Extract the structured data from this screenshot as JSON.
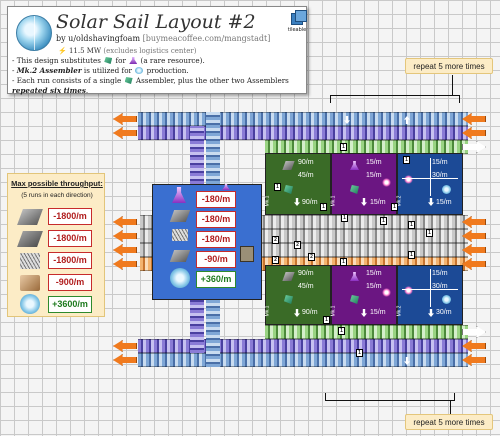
{
  "header": {
    "title": "Solar Sail Layout #2",
    "author": "by u/oldshavingfoam",
    "url": "[buymeacoffee.com/mangstadt]",
    "power_value": "11.5 MW",
    "power_note": "(excludes logistics center)",
    "tileable_label": "tileable",
    "notes": [
      {
        "text_a": "- This design substitutes",
        "text_b": "for",
        "text_c": "(a rare resource)."
      },
      {
        "text_a": "- ",
        "emph": "Mk.2 Assembler",
        "text_b": "is utilized for",
        "text_c": "production."
      },
      {
        "text_a": "- Each run consists of a single",
        "text_b": "Assembler, plus the other two Assemblers",
        "emph": "repeated six times",
        "text_c": "."
      }
    ]
  },
  "repeat": {
    "top": "repeat 5 more times",
    "bottom": "repeat 5 more times"
  },
  "smelter": {
    "rates": [
      "-180/m",
      "-180/m",
      "-180/m",
      "-90/m",
      "+360/m"
    ]
  },
  "top_row": {
    "green": {
      "in": "90/m",
      "out": "45/m",
      "bottom": "90/m",
      "mk": "Mk.1"
    },
    "purple": {
      "in": "15/m",
      "out": "15/m",
      "bottom": "15/m",
      "mk": "Mk.1"
    },
    "blue": {
      "in": "15/m",
      "out": "30/m",
      "bottom": "15/m",
      "mk": "Mk.2"
    }
  },
  "bottom_row": {
    "green": {
      "in": "90/m",
      "out": "45/m",
      "bottom": "90/m",
      "mk": "Mk.1"
    },
    "purple": {
      "in": "15/m",
      "out": "15/m",
      "bottom": "15/m",
      "mk": "Mk.1"
    },
    "blue": {
      "in": "15/m",
      "out": "30/m",
      "bottom": "30/m",
      "mk": "Mk.2"
    }
  },
  "sorters": [
    "1",
    "1",
    "2",
    "2",
    "2",
    "2",
    "1",
    "1",
    "1",
    "1",
    "1",
    "1",
    "1",
    "1",
    "1",
    "1",
    "1",
    "1"
  ],
  "throughput": {
    "title": "Max possible throughput:",
    "subtitle": "(5 runs in each direction)",
    "rows": [
      {
        "icon": "plate-icon",
        "value": "-1800/m"
      },
      {
        "icon": "plate-icon",
        "value": "-1800/m"
      },
      {
        "icon": "graphene-icon",
        "value": "-1800/m"
      },
      {
        "icon": "brick-icon",
        "value": "-900/m"
      },
      {
        "icon": "solar-sail-icon",
        "value": "+3600/m"
      }
    ]
  },
  "colors": {
    "negative": "#b11d1d",
    "positive": "#1e7a1e",
    "smelter": "#3a6fd0",
    "green": "#3a6b27",
    "purple": "#6b1682",
    "blue": "#1c4a96",
    "callout": "#fcecc6"
  }
}
